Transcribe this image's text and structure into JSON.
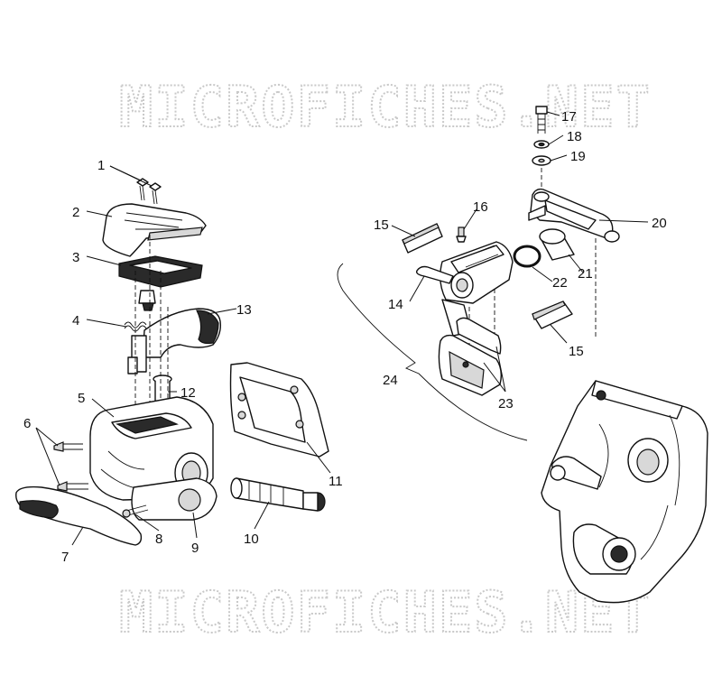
{
  "watermark": {
    "text": "MICROFICHES.NET"
  },
  "callouts": [
    "1",
    "2",
    "3",
    "4",
    "5",
    "6",
    "7",
    "8",
    "9",
    "10",
    "11",
    "12",
    "13",
    "14",
    "15",
    "15",
    "16",
    "17",
    "18",
    "19",
    "20",
    "21",
    "22",
    "23",
    "24"
  ],
  "colors": {
    "ink": "#111111",
    "watermark": "#c9c9c9",
    "background": "#ffffff"
  }
}
